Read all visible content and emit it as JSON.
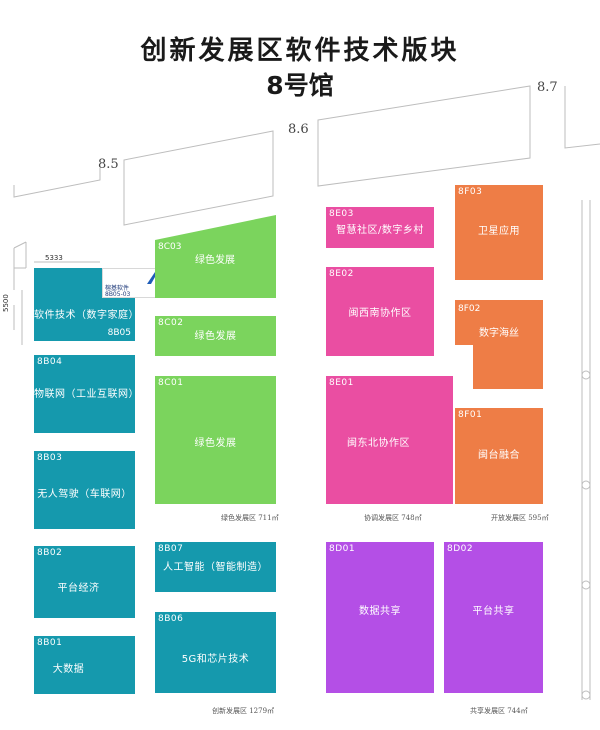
{
  "header": {
    "title": "创新发展区软件技术版块",
    "subtitle": "8号馆"
  },
  "grid_labels": {
    "g85": "8.5",
    "g86": "8.6",
    "g87": "8.7"
  },
  "dimensions": {
    "width": "5333",
    "height": "5500"
  },
  "logo": {
    "company": "榕基软件",
    "booth": "8B05-03"
  },
  "booths": {
    "b8b05": {
      "code": "8B05",
      "name": "软件技术（数字家庭）"
    },
    "b8b04": {
      "code": "8B04",
      "name": "物联网（工业互联网）"
    },
    "b8b03": {
      "code": "8B03",
      "name": "无人驾驶（车联网）"
    },
    "b8b02": {
      "code": "8B02",
      "name": "平台经济"
    },
    "b8b01": {
      "code": "8B01",
      "name": "大数据"
    },
    "b8c03": {
      "code": "8C03",
      "name": "绿色发展"
    },
    "b8c02": {
      "code": "8C02",
      "name": "绿色发展"
    },
    "b8c01": {
      "code": "8C01",
      "name": "绿色发展"
    },
    "b8b07": {
      "code": "8B07",
      "name": "人工智能（智能制造）"
    },
    "b8b06": {
      "code": "8B06",
      "name": "5G和芯片技术"
    },
    "b8e03": {
      "code": "8E03",
      "name": "智慧社区/数字乡村"
    },
    "b8e02": {
      "code": "8E02",
      "name": "闽西南协作区"
    },
    "b8e01": {
      "code": "8E01",
      "name": "闽东北协作区"
    },
    "b8f03": {
      "code": "8F03",
      "name": "卫星应用"
    },
    "b8f02": {
      "code": "8F02",
      "name": "数字海丝"
    },
    "b8f01": {
      "code": "8F01",
      "name": "闽台融合"
    },
    "b8d01": {
      "code": "8D01",
      "name": "数据共享"
    },
    "b8d02": {
      "code": "8D02",
      "name": "平台共享"
    }
  },
  "zones": {
    "green": "绿色发展区  711㎡",
    "coord": "协调发展区  748㎡",
    "open": "开放发展区  595㎡",
    "innov": "创新发展区  1279㎡",
    "share": "共享发展区  744㎡"
  },
  "colors": {
    "teal": "#1599ad",
    "green": "#7bd45d",
    "pink": "#ea4ea2",
    "orange": "#ee7d46",
    "purple": "#b44fe6"
  }
}
